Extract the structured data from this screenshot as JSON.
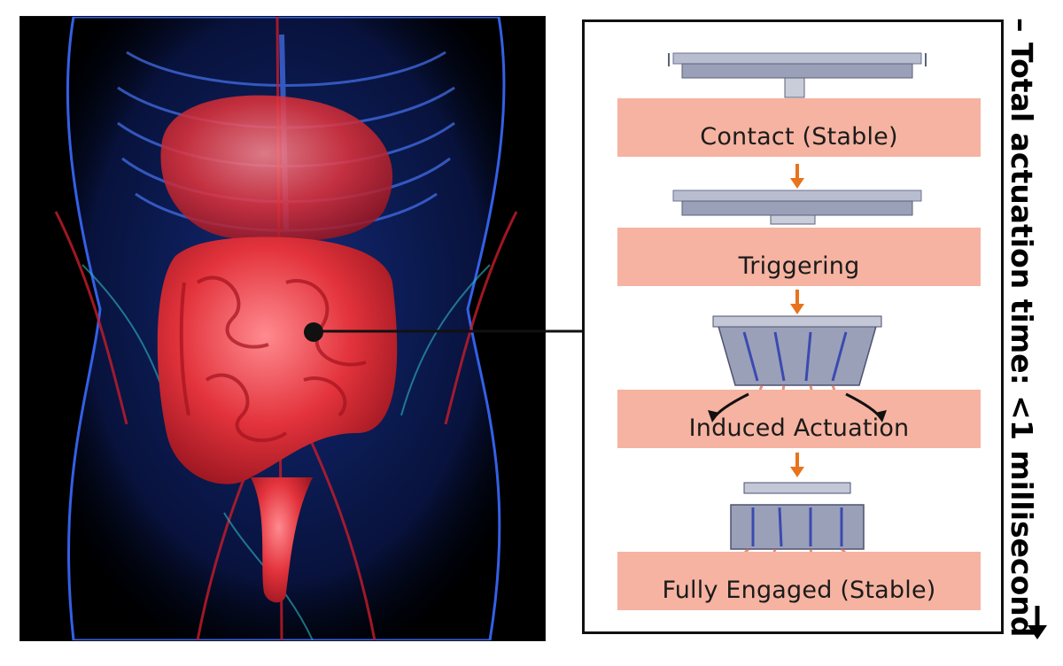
{
  "stages": [
    {
      "label": "Contact (Stable)"
    },
    {
      "label": "Triggering"
    },
    {
      "label": "Induced Actuation"
    },
    {
      "label": "Fully Engaged (Stable)"
    }
  ],
  "timeline": {
    "label": "Total actuation time: <1 millisecond"
  },
  "colors": {
    "band": "#f6b3a1",
    "flow_arrow": "#e8731c",
    "organs": "#d9262f",
    "body": "#1f4fd6",
    "device": "#9aa0b8"
  }
}
